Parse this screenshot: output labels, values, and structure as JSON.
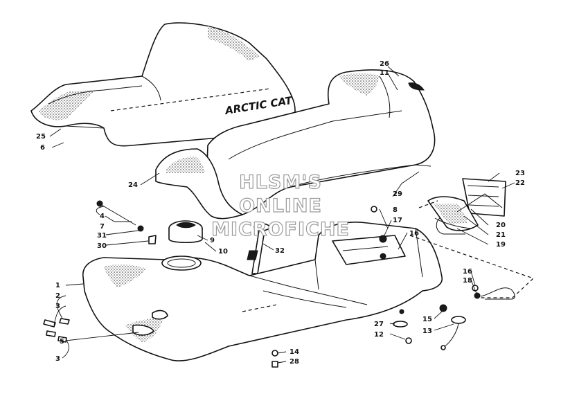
{
  "brand_text": "ARCTIC CAT",
  "watermark": [
    "HLSM'S",
    "ONLINE",
    "MICROFICHE"
  ],
  "callouts": {
    "c1": "1",
    "c2": "2",
    "c3a": "3",
    "c3b": "3",
    "c4": "4",
    "c5": "5",
    "c6": "6",
    "c7": "7",
    "c8": "8",
    "c9": "9",
    "c10": "10",
    "c11": "11",
    "c12": "12",
    "c13": "13",
    "c14": "14",
    "c15": "15",
    "c16a": "16",
    "c16b": "16",
    "c17": "17",
    "c18": "18",
    "c19": "19",
    "c20": "20",
    "c21": "21",
    "c22": "22",
    "c23": "23",
    "c24": "24",
    "c25": "25",
    "c26": "26",
    "c27": "27",
    "c28": "28",
    "c29": "29",
    "c30": "30",
    "c31": "31",
    "c32": "32"
  }
}
